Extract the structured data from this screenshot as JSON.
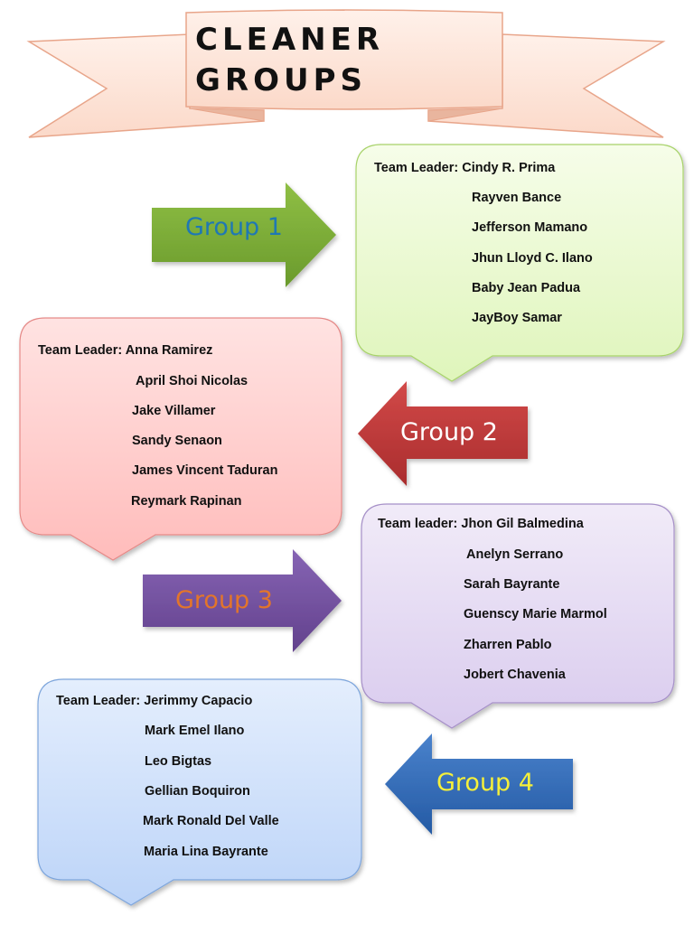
{
  "title": {
    "line1": "CLEANER",
    "line2": "GROUPS"
  },
  "colors": {
    "banner_fill": "#fde4d8",
    "banner_stroke": "#e8a58a",
    "group1_arrow": "#7aa534",
    "group2_arrow": "#c0393a",
    "group3_arrow": "#7550a0",
    "group4_arrow": "#3168b5",
    "group1_box": "#e8f9cc",
    "group2_box": "#ffc8c6",
    "group3_box": "#e3d8f1",
    "group4_box": "#cfe0fb"
  },
  "groups": [
    {
      "label": "Group 1",
      "label_color": "#1f78b4",
      "leader": "Team Leader: Cindy R. Prima",
      "members": [
        "Rayven Bance",
        "Jefferson Mamano",
        "Jhun Lloyd C. Ilano",
        "Baby Jean Padua",
        "JayBoy  Samar"
      ]
    },
    {
      "label": "Group 2",
      "label_color": "#ffffff",
      "leader": "Team Leader: Anna Ramirez",
      "members": [
        "April Shoi Nicolas",
        "Jake Villamer",
        "Sandy Senaon",
        "James Vincent Taduran",
        "Reymark Rapinan"
      ]
    },
    {
      "label": "Group 3",
      "label_color": "#e3752a",
      "leader": "Team leader: Jhon Gil Balmedina",
      "members": [
        "Anelyn Serrano",
        "Sarah Bayrante",
        "Guenscy Marie Marmol",
        "Zharren Pablo",
        "Jobert Chavenia"
      ]
    },
    {
      "label": "Group 4",
      "label_color": "#f5f03a",
      "leader": "Team Leader: Jerimmy Capacio",
      "members": [
        "Mark Emel  Ilano",
        "Leo Bigtas",
        "Gellian Boquiron",
        "Mark Ronald Del Valle",
        "Maria Lina Bayrante"
      ]
    }
  ]
}
